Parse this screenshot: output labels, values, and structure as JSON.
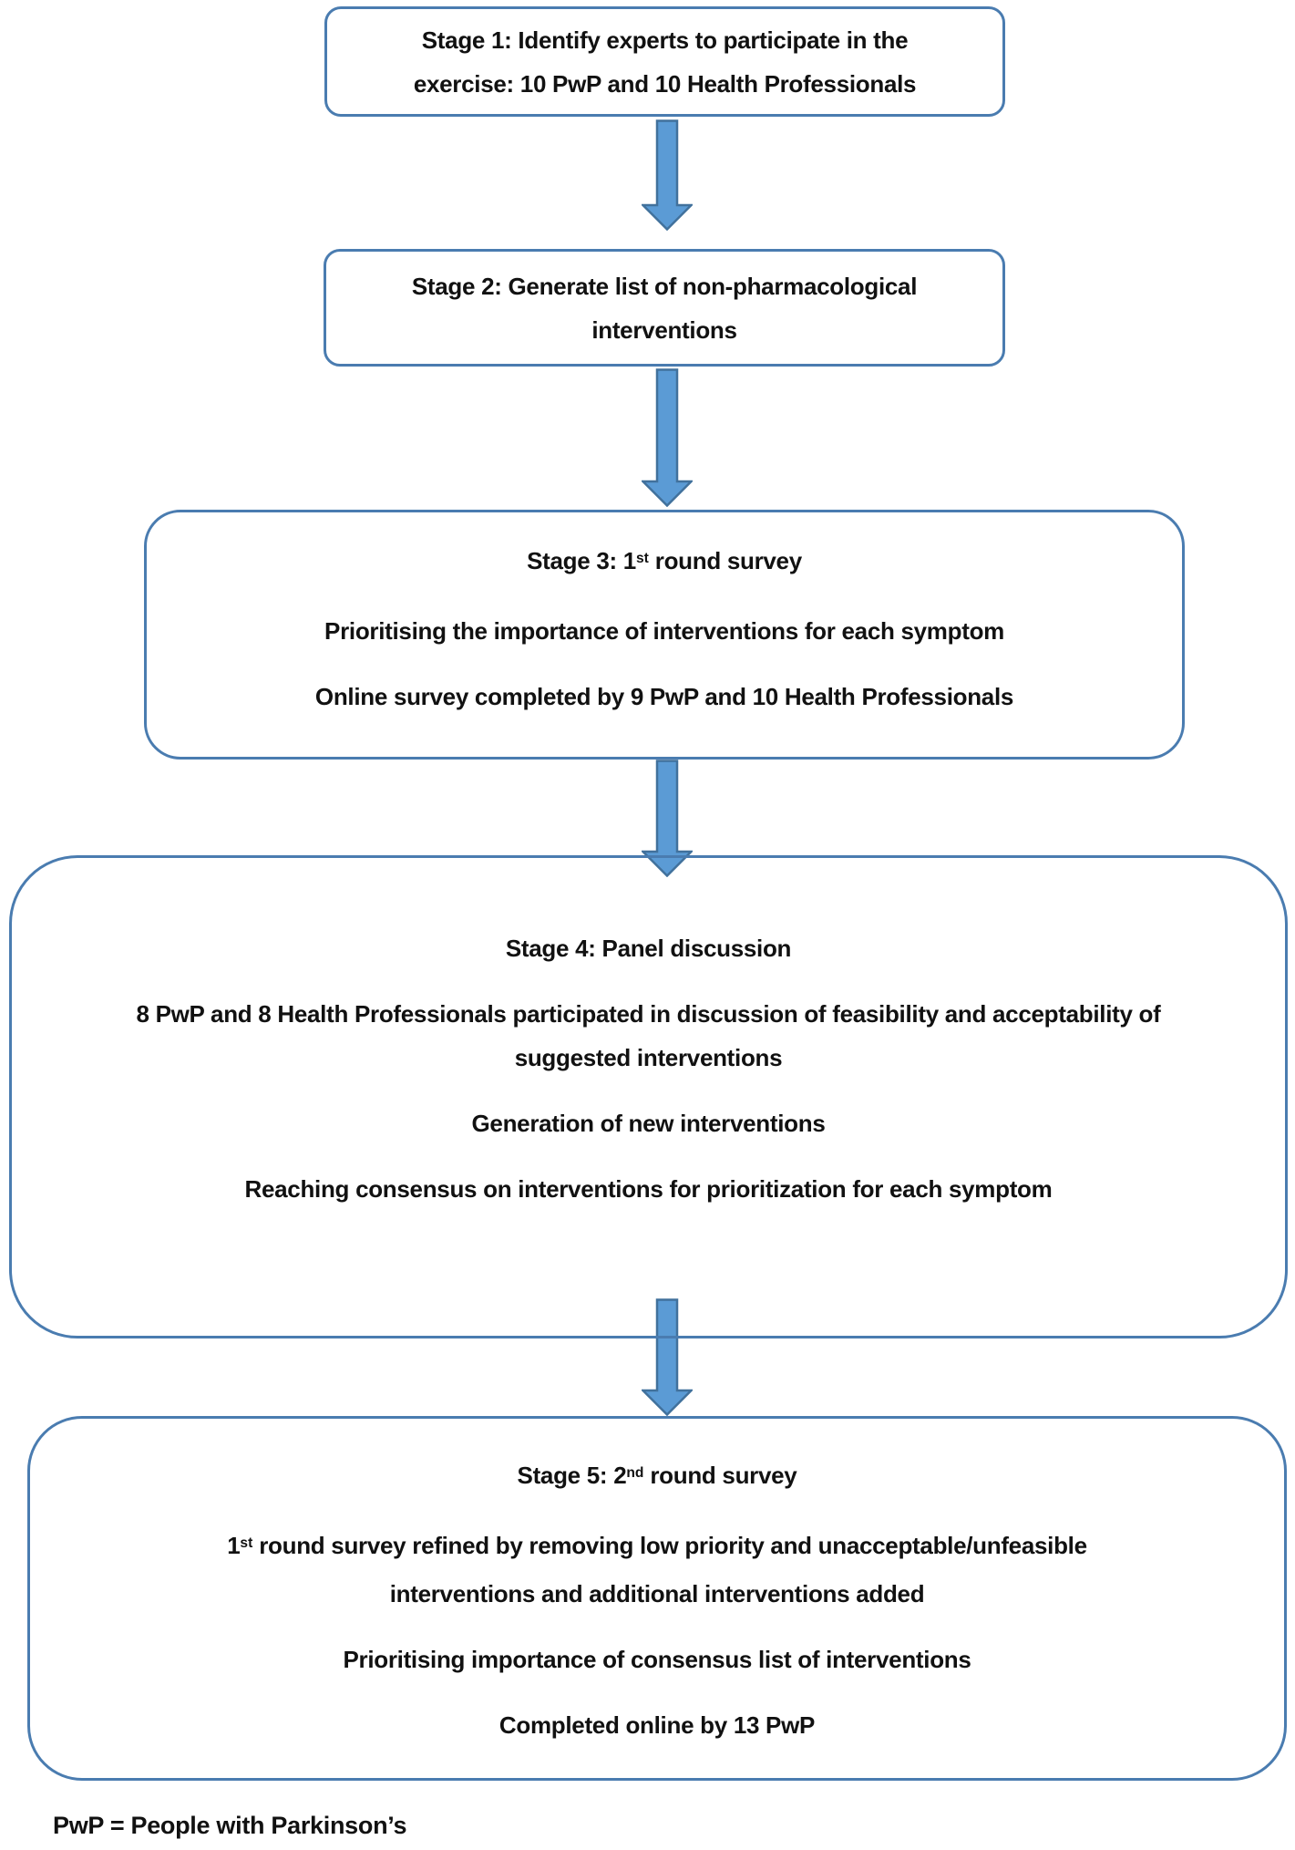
{
  "colors": {
    "box_border": "#4a7cb0",
    "arrow_fill": "#5b9bd5",
    "arrow_stroke": "#41719c",
    "text": "#111111"
  },
  "stages": {
    "stage1": {
      "line1": "Stage 1: Identify experts to participate in the",
      "line2": "exercise: 10 PwP and 10 Health Professionals"
    },
    "stage2": {
      "line1": "Stage 2: Generate list of non-pharmacological",
      "line2": "interventions"
    },
    "stage3": {
      "title_pre": "Stage 3: 1",
      "title_sup": "st",
      "title_post": " round survey",
      "p2": "Prioritising the importance of interventions for each symptom",
      "p3": "Online survey completed by 9 PwP and 10 Health Professionals"
    },
    "stage4": {
      "title": "Stage 4: Panel discussion",
      "p2_line1": "8 PwP and 8 Health Professionals participated in discussion of feasibility and acceptability of",
      "p2_line2": "suggested interventions",
      "p3": "Generation of new interventions",
      "p4": "Reaching consensus on interventions for prioritization for each symptom"
    },
    "stage5": {
      "title_pre": "Stage 5: 2",
      "title_sup": "nd",
      "title_post": " round survey",
      "p2_pre": "1",
      "p2_sup": "st",
      "p2_post": " round survey refined by removing low priority and unacceptable/unfeasible",
      "p2_line2": "interventions and additional interventions added",
      "p3": "Prioritising importance of consensus list of interventions",
      "p4": "Completed online by 13 PwP"
    }
  },
  "footer": {
    "note": "PwP = People with Parkinson’s"
  }
}
